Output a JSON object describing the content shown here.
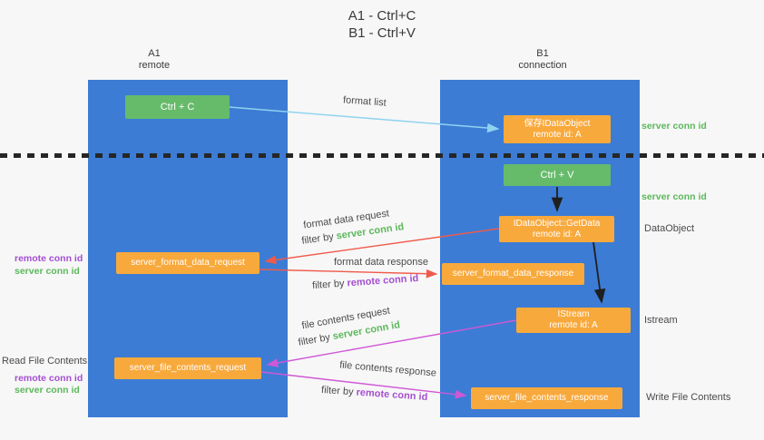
{
  "title": {
    "line1": "A1 - Ctrl+C",
    "line2": "B1 - Ctrl+V"
  },
  "lanes": {
    "left": {
      "name": "A1",
      "subtitle": "remote"
    },
    "right": {
      "name": "B1",
      "subtitle": "connection"
    }
  },
  "nodes": {
    "ctrl_c": {
      "label": "Ctrl + C"
    },
    "save_dataobject": {
      "line1": "保存IDataObject",
      "line2": "remote id: A"
    },
    "ctrl_v": {
      "label": "Ctrl + V"
    },
    "getdata": {
      "line1": "IDataObject::GetData",
      "line2": "remote id: A"
    },
    "format_request": {
      "label": "server_format_data_request"
    },
    "format_response": {
      "label": "server_format_data_response"
    },
    "istream": {
      "line1": "IStream",
      "line2": "remote id: A"
    },
    "file_request": {
      "label": "server_file_contents_request"
    },
    "file_response": {
      "label": "server_file_contents_response"
    }
  },
  "arrow_labels": {
    "format_list": "format list",
    "format_data_request": "format data request",
    "format_data_response": "format data response",
    "file_contents_request": "file contents request",
    "file_contents_response": "file contents response",
    "filter_by": "filter by"
  },
  "conn_labels": {
    "server_conn_id": "server conn id",
    "remote_conn_id": "remote conn id"
  },
  "side_labels": {
    "dataobject": "DataObject",
    "istream": "Istream",
    "read_file_contents": "Read File Contents",
    "write_file_contents": "Write File Contents"
  },
  "colors": {
    "lane_blue": "#3c7cd4",
    "box_green": "#66bb6a",
    "box_orange": "#f8a93c",
    "arrow_blue": "#8fd3ef",
    "arrow_red": "#f05a4b",
    "arrow_magenta": "#cf58d6",
    "arrow_black": "#1f1f1f",
    "text_green": "#5cb85c",
    "text_purple": "#a44fd1"
  }
}
